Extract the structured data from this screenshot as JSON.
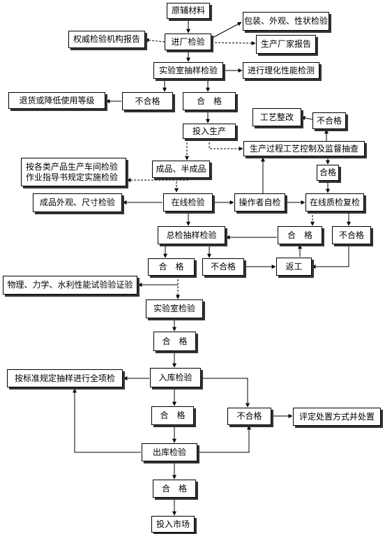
{
  "nodes": {
    "raw_material": "原辅材料",
    "incoming_inspection": "进厂检验",
    "authority_report": "权威检验机构报告",
    "packaging_check": "包装、外观、性状检验",
    "manufacturer_report": "生产厂家报告",
    "lab_sampling": "实验室抽样检验",
    "phys_chem_test": "进行理化性能检测",
    "return_downgrade": "退货或降低使用等级",
    "unqualified_1": "不合格",
    "qualified_1": "合　格",
    "process_rectify": "工艺整改",
    "unqualified_2": "不合格",
    "put_into_production": "投入生产",
    "process_control": "生产过程工艺控制及监督抽查",
    "workshop_line1": "按各类产品生产车间检验",
    "workshop_line2": "作业指导书规定实施检验",
    "semi_products": "成品、半成品",
    "qualified_2": "合格",
    "appearance_check": "成品外观、尺寸检验",
    "online_inspection": "在线检验",
    "operator_self_check": "操作者自检",
    "online_recheck": "在线质检复检",
    "final_sampling": "总检抽样检验",
    "qualified_3": "合　格",
    "unqualified_3": "不合格",
    "qualified_4": "合　格",
    "unqualified_4": "不合格",
    "rework": "返工",
    "property_tests": "物理、力学、水利性能试验验证验",
    "lab_inspection": "实验室检验",
    "qualified_5": "合　格",
    "storage_inspection": "入库检验",
    "full_item_check": "按标准规定抽样进行全项检",
    "qualified_6": "合　格",
    "unqualified_5": "不合格",
    "evaluate_disposal": "评定处置方式并处置",
    "outbound_inspection": "出库检验",
    "qualified_7": "合　格",
    "to_market": "投入市场"
  }
}
